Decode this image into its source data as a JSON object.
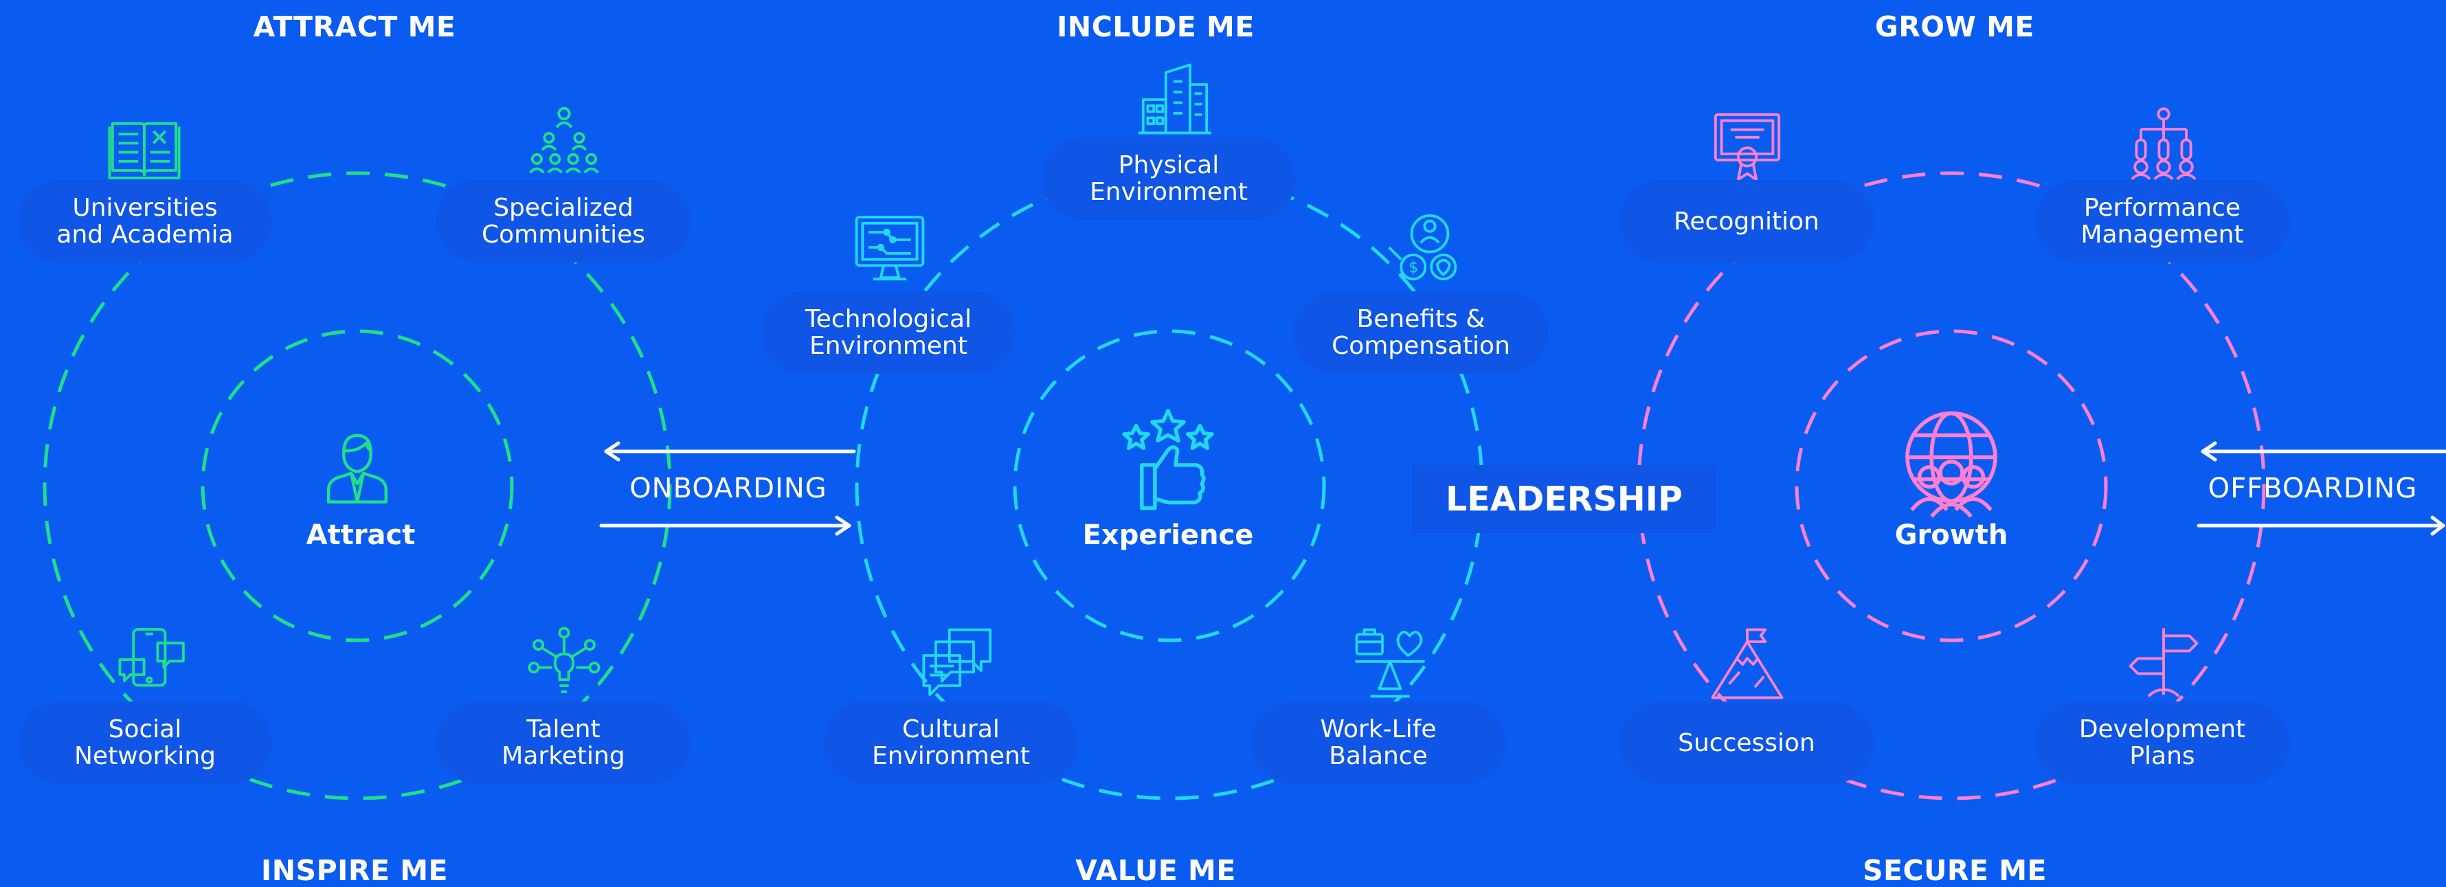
{
  "headings": {
    "attract_me": "ATTRACT ME",
    "include_me": "INCLUDE ME",
    "grow_me": "GROW ME",
    "inspire_me": "INSPIRE ME",
    "value_me": "VALUE ME",
    "secure_me": "SECURE ME"
  },
  "centers": {
    "attract": "Attract",
    "experience": "Experience",
    "growth": "Growth"
  },
  "flows": {
    "onboarding": "ONBOARDING",
    "offboarding": "OFFBOARDING"
  },
  "leadership": "LEADERSHIP",
  "pills": {
    "universities": "Universities\nand Academia",
    "communities": "Specialized\nCommunities",
    "social": "Social\nNetworking",
    "talent": "Talent\nMarketing",
    "physical": "Physical\nEnvironment",
    "technological": "Technological\nEnvironment",
    "benefits": "Benefits &\nCompensation",
    "cultural": "Cultural\nEnvironment",
    "worklife": "Work-Life\nBalance",
    "recognition": "Recognition",
    "performance": "Performance\nManagement",
    "succession": "Succession",
    "development": "Development\nPlans"
  },
  "colors": {
    "background": "#0a5cf0",
    "pill": "#0f55e6",
    "green": "#1fe08a",
    "cyan": "#22d8ee",
    "pink": "#ff7fd0",
    "white": "#ffffff"
  },
  "icons": {
    "universities": "book-icon",
    "communities": "network-people-icon",
    "social": "chat-phone-icon",
    "talent": "idea-network-icon",
    "attract": "person-icon",
    "physical": "buildings-icon",
    "technological": "monitor-icon",
    "benefits": "benefits-icon",
    "cultural": "speech-bubbles-icon",
    "worklife": "balance-scale-icon",
    "experience": "thumbs-up-stars-icon",
    "recognition": "certificate-icon",
    "performance": "performance-people-icon",
    "succession": "mountain-flag-icon",
    "development": "signpost-icon",
    "growth": "globe-people-icon"
  }
}
